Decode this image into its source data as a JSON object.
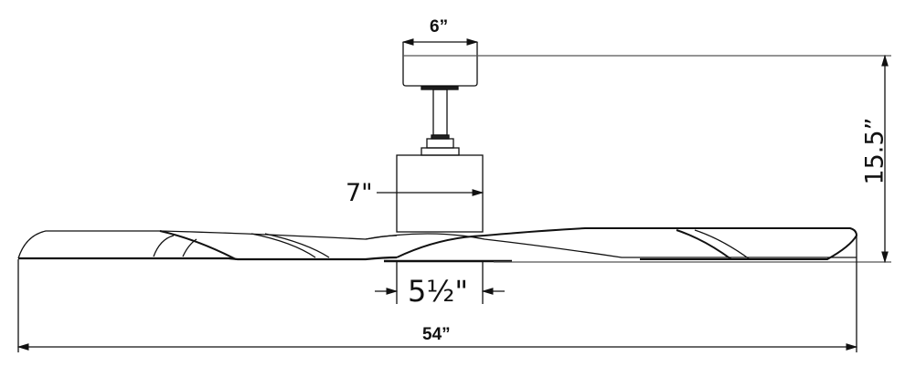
{
  "dimensions": {
    "canopy_width": "6”",
    "motor_width": "7\"",
    "overall_height": "15.5”",
    "hub_width": "5½\"",
    "blade_span": "54”"
  }
}
